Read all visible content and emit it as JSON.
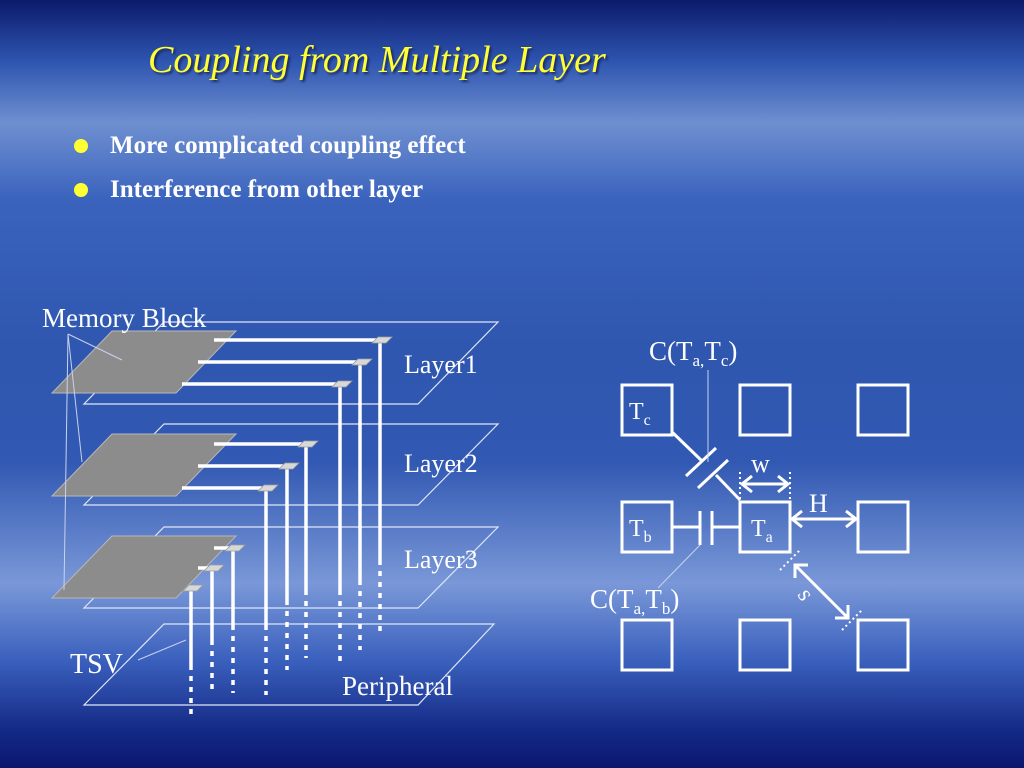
{
  "slide": {
    "title": "Coupling from Multiple Layer",
    "bullets": [
      "More complicated coupling effect",
      "Interference from other layer"
    ]
  },
  "stack": {
    "memory_block": "Memory Block",
    "layers": [
      "Layer1",
      "Layer2",
      "Layer3"
    ],
    "tsv": "TSV",
    "peripheral": "Peripheral"
  },
  "coupling": {
    "c_label": "C",
    "t_label": "T",
    "sub_a": "a,",
    "sub_b": "b",
    "sub_c": "c",
    "ta_sub": "a",
    "tb_sub": "b",
    "tc_sub": "c",
    "w": "w",
    "h": "H",
    "s": "s"
  },
  "colors": {
    "title": "#ffff33",
    "block": "#8c8c8c",
    "line": "#ffffff"
  }
}
